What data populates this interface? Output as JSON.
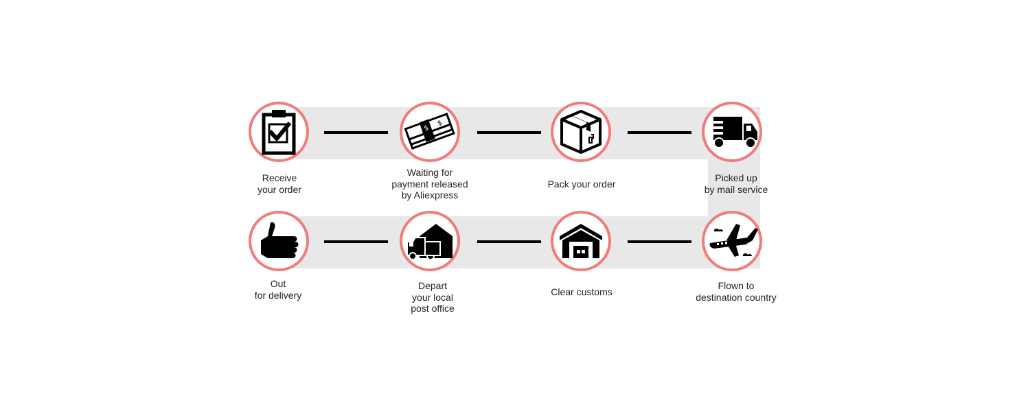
{
  "colors": {
    "ring": "#f07c7c",
    "band": "#e9e8e8",
    "icon": "#000000",
    "text": "#222222"
  },
  "steps": [
    {
      "label": "Receive\nyour order",
      "icon": "clipboard-check-icon"
    },
    {
      "label": "Waiting for\npayment released\nby Aliexpress",
      "icon": "money-stack-icon"
    },
    {
      "label": "Pack your order",
      "icon": "package-box-icon"
    },
    {
      "label": "Picked up\nby mail service",
      "icon": "delivery-truck-icon"
    },
    {
      "label": "Flown to\ndestination country",
      "icon": "airplane-icon"
    },
    {
      "label": "Clear customs",
      "icon": "warehouse-icon"
    },
    {
      "label": "Depart\nyour local\npost office",
      "icon": "post-office-truck-icon"
    },
    {
      "label": "Out\nfor delivery",
      "icon": "thumbs-up-hand-icon"
    }
  ]
}
